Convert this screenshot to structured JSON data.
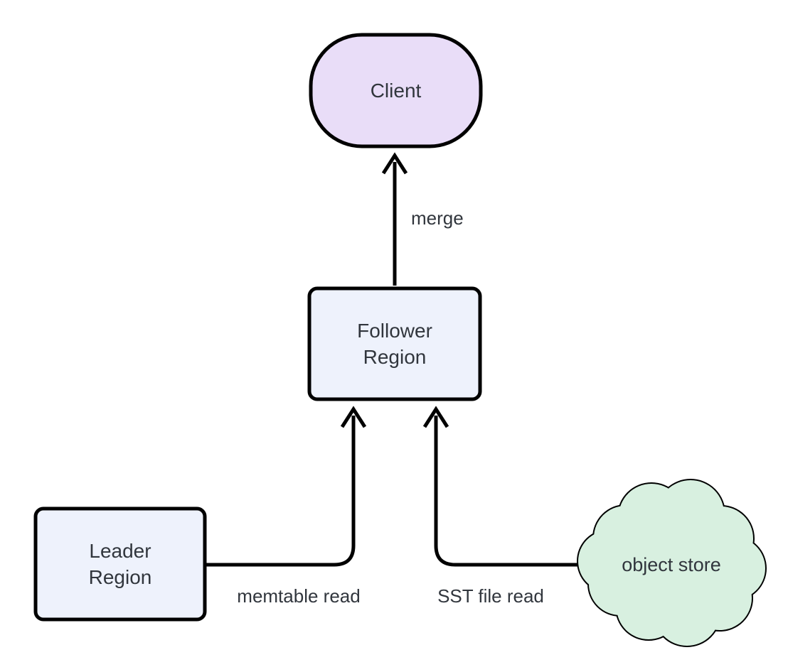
{
  "diagram": {
    "type": "flowchart",
    "direction": "bottom-to-top",
    "background_color": "#ffffff",
    "nodes": [
      {
        "id": "client",
        "label": "Client",
        "shape": "stadium",
        "fill": "#e9ddf8",
        "stroke": "#000000"
      },
      {
        "id": "follower",
        "label": "Follower\nRegion",
        "shape": "rounded-rect",
        "fill": "#eef2fc",
        "stroke": "#000000"
      },
      {
        "id": "leader",
        "label": "Leader\nRegion",
        "shape": "rounded-rect",
        "fill": "#eef2fc",
        "stroke": "#000000"
      },
      {
        "id": "object_store",
        "label": "object store",
        "shape": "cloud",
        "fill": "#d8f0e0",
        "stroke": "#000000"
      }
    ],
    "edges": [
      {
        "id": "leader-to-follower",
        "from": "leader",
        "to": "follower",
        "label": "memtable read",
        "arrow": "single"
      },
      {
        "id": "objectstore-to-follower",
        "from": "object_store",
        "to": "follower",
        "label": "SST file read",
        "arrow": "single"
      },
      {
        "id": "follower-to-client",
        "from": "follower",
        "to": "client",
        "label": "merge",
        "arrow": "single"
      }
    ],
    "text_color": "#31363d"
  }
}
